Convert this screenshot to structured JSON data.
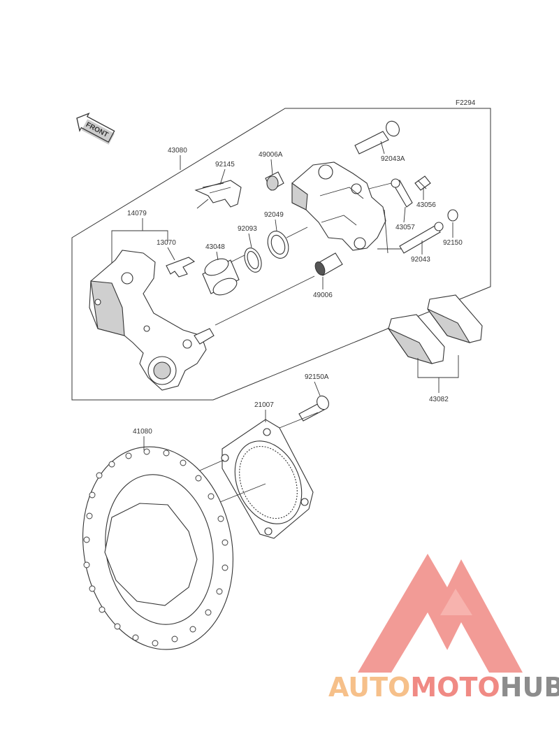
{
  "figure_code": "F2294",
  "front_arrow_label": "FRONT",
  "parts": {
    "p43080": "43080",
    "p92145": "92145",
    "p49006A": "49006A",
    "p92043A": "92043A",
    "p43056": "43056",
    "p14079": "14079",
    "p13070": "13070",
    "p92093": "92093",
    "p92049": "92049",
    "p43048": "43048",
    "p43057": "43057",
    "p92150": "92150",
    "p92043": "92043",
    "p49006": "49006",
    "p43082": "43082",
    "p92150A": "92150A",
    "p21007": "21007",
    "p41080": "41080"
  },
  "watermark": {
    "part1": "AUTO",
    "part2": "MOTO",
    "part3": "HUB",
    "color_light": "#f6c08a",
    "color_red": "#f08a84",
    "color_gray": "#8c8c8c"
  }
}
